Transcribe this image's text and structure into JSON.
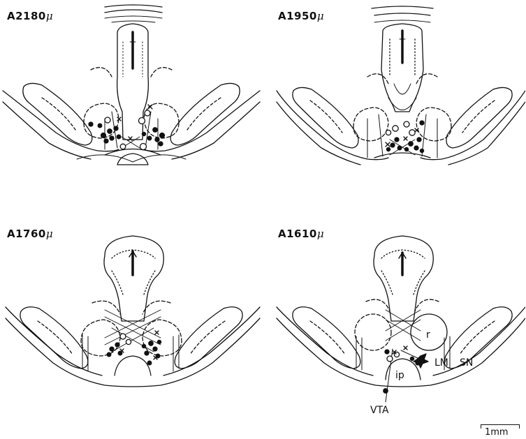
{
  "panels": [
    {
      "id": "a2180",
      "label": "A2180",
      "unit": "μ"
    },
    {
      "id": "a1950",
      "label": "A1950",
      "unit": "μ"
    },
    {
      "id": "a1760",
      "label": "A1760",
      "unit": "μ"
    },
    {
      "id": "a1610",
      "label": "A1610",
      "unit": "μ"
    }
  ],
  "annotations": {
    "r": "r",
    "lm": "LM",
    "sn": "SN",
    "ip": "ip",
    "vta": "VTA"
  },
  "scale_bar": {
    "label": "1mm"
  },
  "colors": {
    "ink": "#111111",
    "background": "#ffffff"
  },
  "marker_legend_symbols": [
    "filled-circle",
    "open-circle",
    "cross",
    "star"
  ]
}
